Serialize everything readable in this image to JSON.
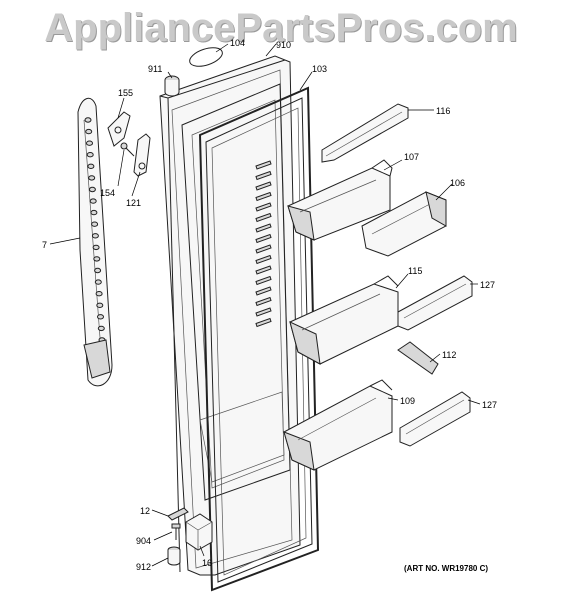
{
  "watermark": "AppliancePartsPros.com",
  "art_number": "(ART NO. WR19780 C)",
  "callouts": [
    {
      "id": "104",
      "label": "104"
    },
    {
      "id": "910",
      "label": "910"
    },
    {
      "id": "911",
      "label": "911"
    },
    {
      "id": "103",
      "label": "103"
    },
    {
      "id": "155",
      "label": "155"
    },
    {
      "id": "116",
      "label": "116"
    },
    {
      "id": "107",
      "label": "107"
    },
    {
      "id": "106",
      "label": "106"
    },
    {
      "id": "154",
      "label": "154"
    },
    {
      "id": "121",
      "label": "121"
    },
    {
      "id": "7",
      "label": "7"
    },
    {
      "id": "115",
      "label": "115"
    },
    {
      "id": "127a",
      "label": "127"
    },
    {
      "id": "112",
      "label": "112"
    },
    {
      "id": "109",
      "label": "109"
    },
    {
      "id": "127b",
      "label": "127"
    },
    {
      "id": "12",
      "label": "12"
    },
    {
      "id": "904",
      "label": "904"
    },
    {
      "id": "912",
      "label": "912"
    },
    {
      "id": "16",
      "label": "16"
    }
  ]
}
